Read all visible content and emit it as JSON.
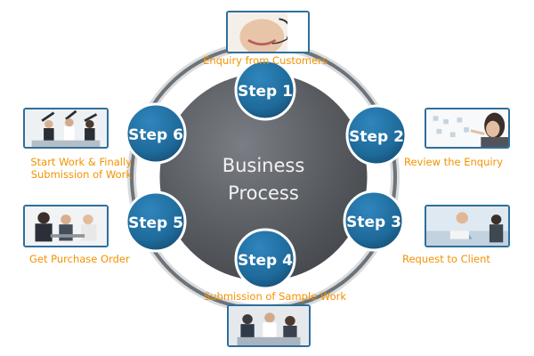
{
  "center": {
    "line1": "Business",
    "line2": "Process"
  },
  "steps": [
    {
      "label": "Step 1",
      "caption": "Enquiry from Customers",
      "icon": "support-agent-photo"
    },
    {
      "label": "Step 2",
      "caption": "Review the Enquiry",
      "icon": "touchscreen-review-photo"
    },
    {
      "label": "Step 3",
      "caption": "Request to Client",
      "icon": "client-meeting-photo"
    },
    {
      "label": "Step 4",
      "caption": "Submission of Sample Work",
      "icon": "team-presentation-photo"
    },
    {
      "label": "Step 5",
      "caption": "Get Purchase Order",
      "icon": "office-team-photo"
    },
    {
      "label": "Step 6",
      "caption_line1": "Start Work & Finally",
      "caption_line2": "Submission of Work",
      "icon": "celebrating-team-photo"
    }
  ],
  "colors": {
    "step_circle": "#1e6a9a",
    "center_circle": "#595c61",
    "ring": "#6d7378",
    "caption": "#f39200",
    "photo_border": "#2e6f9c"
  }
}
